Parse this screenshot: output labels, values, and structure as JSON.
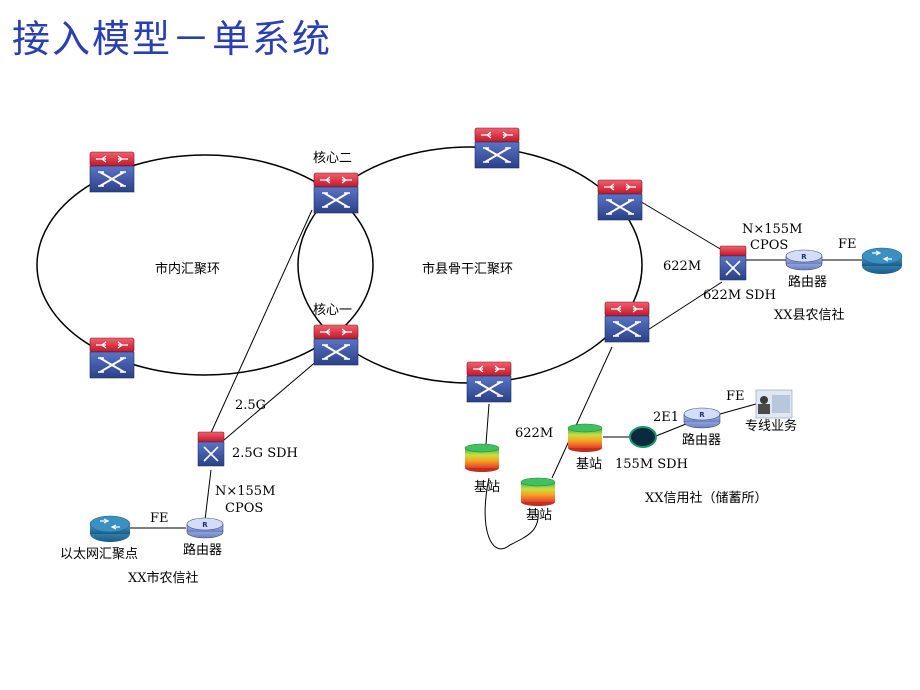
{
  "title": "接入模型－单系统",
  "labels": {
    "inner_ring": "市内汇聚环",
    "backbone_ring": "市县骨干汇聚环",
    "core2": "核心二",
    "core1": "核心一",
    "link_622m_right": "622M",
    "link_nx155m_top": "N×155M",
    "cpos_top": "CPOS",
    "fe_top": "FE",
    "router_top": "路由器",
    "sdh_622m": "622M SDH",
    "county_coop": "XX县农信社",
    "link_25g": "2.5G",
    "sdh_25g": "2.5G SDH",
    "link_nx155m_bottom": "N×155M",
    "cpos_bottom": "CPOS",
    "fe_bottom": "FE",
    "ethernet_point": "以太网汇聚点",
    "router_bottom": "路由器",
    "city_coop": "XX市农信社",
    "link_622m_mid": "622M",
    "base_station_1": "基站",
    "base_station_2": "基站",
    "base_station_3": "基站",
    "link_2e1": "2E1",
    "fe_right": "FE",
    "router_right": "路由器",
    "private_line": "专线业务",
    "sdh_155m": "155M SDH",
    "credit_coop": "XX信用社（储蓄所）"
  },
  "colors": {
    "title": "#2a3fb0",
    "switch_top": "#d8283a",
    "switch_body": "#3b57a8",
    "router_body": "#8a9fd6"
  }
}
